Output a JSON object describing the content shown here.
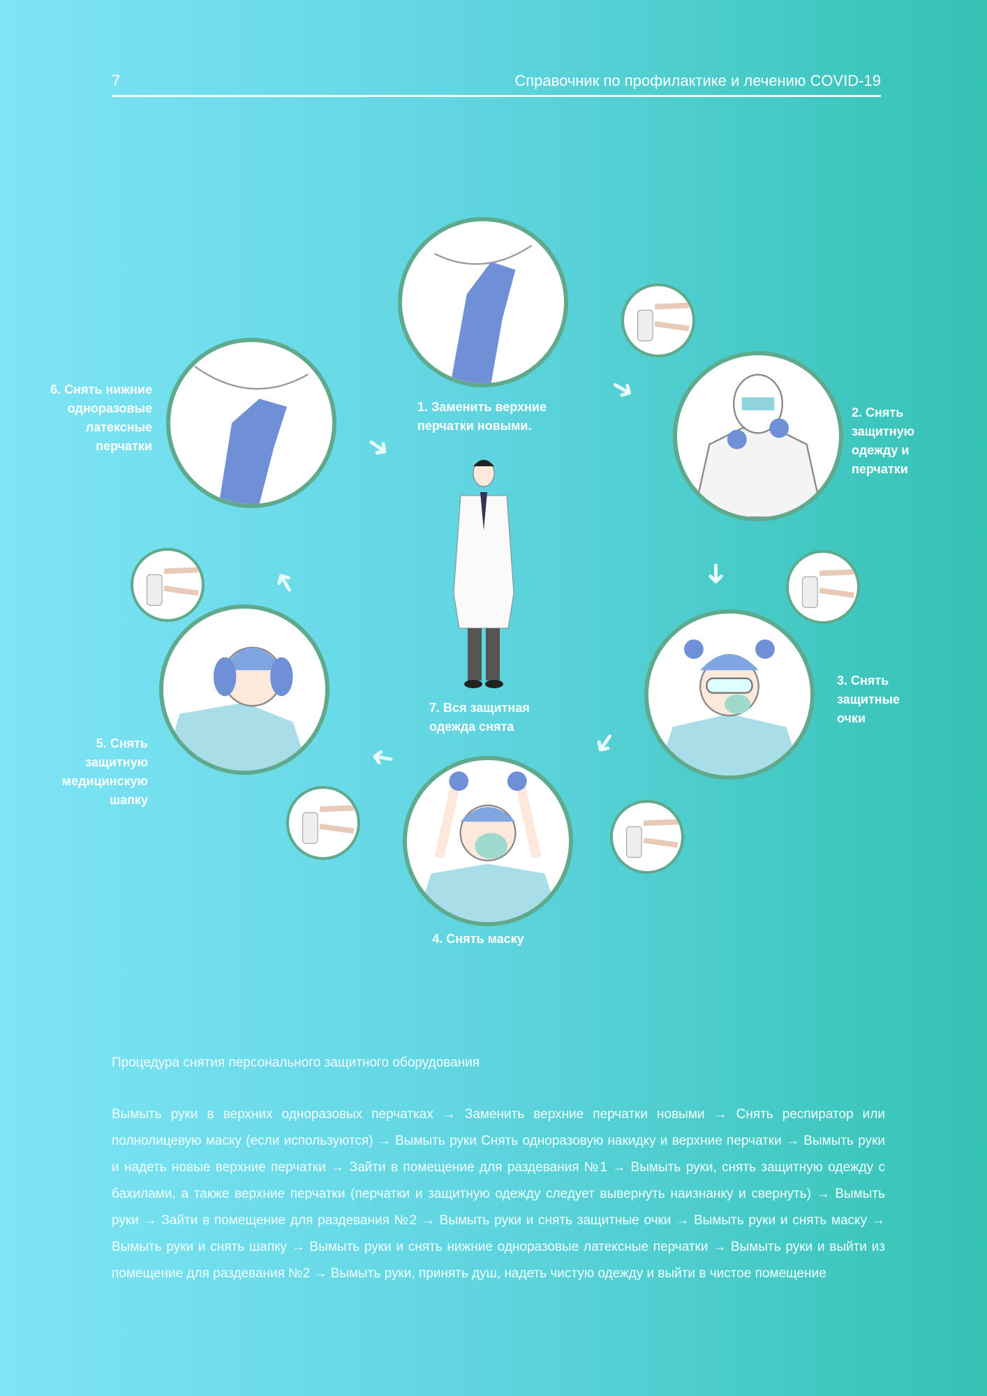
{
  "header": {
    "page_number": "7",
    "title": "Справочник по профилактике и лечению COVID-19"
  },
  "steps": [
    {
      "label": "1. Заменить верхние перчатки новыми."
    },
    {
      "label": "2. Снять защитную одежду и перчатки"
    },
    {
      "label": "3. Снять защитные очки"
    },
    {
      "label": "4. Снять маску"
    },
    {
      "label": "5. Снять защитную медицинскую шапку"
    },
    {
      "label": "6. Снять нижние одноразовые латексные перчатки"
    },
    {
      "label": "7. Вся защитная одежда снята"
    }
  ],
  "section": {
    "title": "Процедура снятия персонального защитного оборудования",
    "body": "Вымыть руки в верхних одноразовых перчатках → Заменить верхние перчатки новыми → Снять респиратор или полнолицевую маску (если используются) → Вымыть руки  Снять одноразовую накидку и верхние перчатки → Вымыть руки и надеть новые верхние перчатки → Зайти в помещение для раздевания №1 → Вымыть руки, снять защитную одежду с бахилами, а также верхние перчатки (перчатки и защитную одежду следует вывернуть наизнанку и свернуть) → Вымыть руки → Зайти в помещение для раздевания №2 → Вымыть руки и снять защитные очки → Вымыть руки и снять маску → Вымыть руки и снять шапку → Вымыть руки и снять нижние одноразовые латексные перчатки → Вымыть руки и выйти из помещение для раздева­ния №2 → Вымыть руки, принять душ, надеть чистую одежду и выйти в чистое помещение"
  },
  "colors": {
    "glove": "#6f8fd6",
    "border": "#5fa98c",
    "scrubs": "#a9dde8"
  }
}
